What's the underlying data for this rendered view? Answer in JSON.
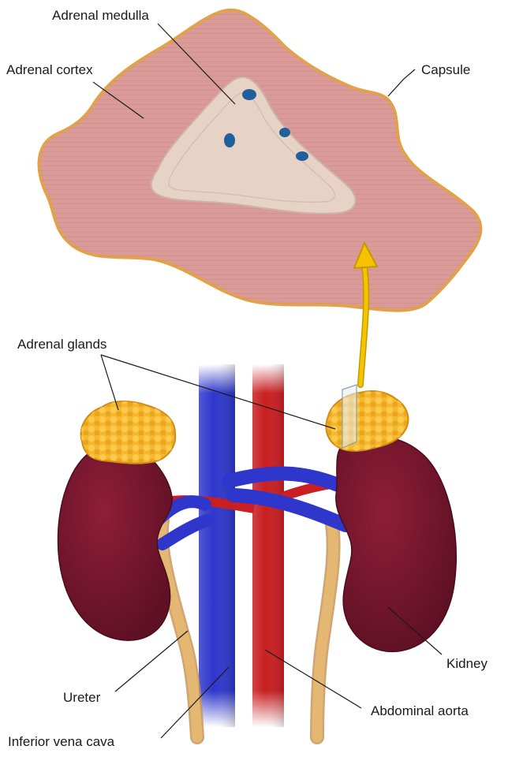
{
  "labels": {
    "adrenal_medulla": "Adrenal medulla",
    "adrenal_cortex": "Adrenal cortex",
    "capsule": "Capsule",
    "adrenal_glands": "Adrenal glands",
    "kidney": "Kidney",
    "ureter": "Ureter",
    "abdominal_aorta": "Abdominal aorta",
    "inferior_vena_cava": "Inferior vena cava"
  },
  "colors": {
    "cortex": "#d99a98",
    "cortex_stripe": "#c47f80",
    "capsule": "#e2a24a",
    "medulla": "#e6d3c6",
    "medulla_vessel": "#1f5f9c",
    "kidney": "#7c1730",
    "kidney_dark": "#5a0f22",
    "adrenal_gland": "#f5b82e",
    "vena_cava": "#2e36cc",
    "aorta": "#c91f22",
    "ureter": "#e4b772",
    "arrow": "#f4c400",
    "leader_line": "#1a1a1a"
  }
}
